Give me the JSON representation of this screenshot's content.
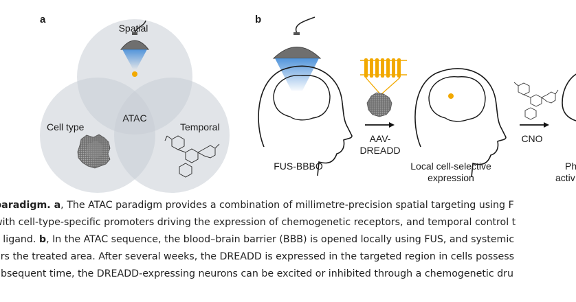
{
  "figure": {
    "panel_a": {
      "label": "a",
      "circles": {
        "top": "Spatial",
        "left": "Cell type",
        "right": "Temporal",
        "center": "ATAC"
      }
    },
    "panel_b": {
      "label": "b",
      "steps": [
        "FUS-BBBO",
        "AAV-",
        "DREADD",
        "Local cell-selective",
        "expression",
        "CNO",
        "Ph",
        "activ"
      ]
    },
    "colors": {
      "venn_fill": "#c9ced6",
      "beam": "#4a90d9",
      "dot": "#f2a900",
      "receptor": "#f2a900",
      "transducer": "#6f6f6f"
    }
  },
  "caption": {
    "lines": [
      {
        "bold": "paradigm. a",
        "text": ", The ATAC paradigm provides a combination of millimetre-precision spatial targeting using F"
      },
      {
        "bold": "",
        "text": "with cell-type-specific promoters driving the expression of chemogenetic receptors, and temporal control t"
      },
      {
        "bold": "",
        "text": "c ligand. ",
        "bold2": "b",
        "text2": ", In the ATAC sequence, the blood–brain barrier (BBB) is opened locally using FUS, and systemic"
      },
      {
        "bold": "",
        "text": "ers the treated area. After several weeks, the DREADD is expressed in the targeted region in cells possess"
      },
      {
        "bold": "",
        "text": "ubsequent time, the DREADD-expressing neurons can be excited or inhibited through a chemogenetic dru"
      }
    ]
  }
}
